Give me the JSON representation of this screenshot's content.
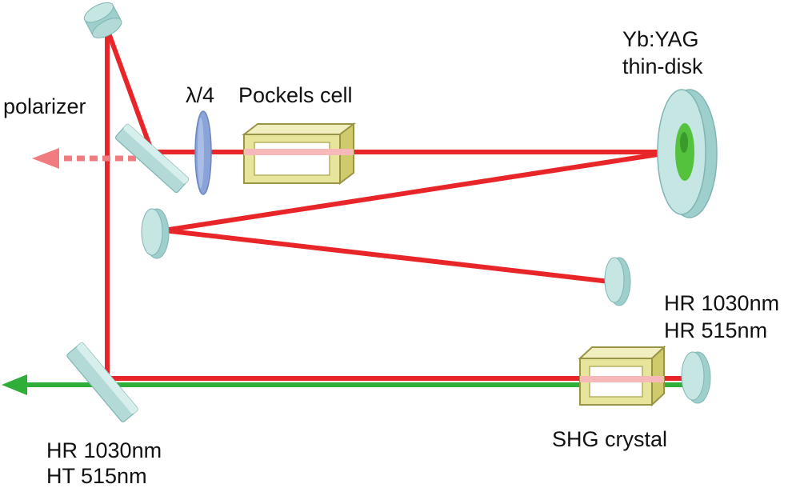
{
  "labels": {
    "polarizer": "polarizer",
    "quarter_wave": "λ/4",
    "pockels": "Pockels cell",
    "disk_line1": "Yb:YAG",
    "disk_line2": "thin-disk",
    "end_mirror_line1": "HR 1030nm",
    "end_mirror_line2": "HR 515nm",
    "shg": "SHG crystal",
    "dichroic_line1": "HR 1030nm",
    "dichroic_line2": "HT 515nm"
  },
  "colors": {
    "beam_1030": "#e8262a",
    "beam_515": "#2fae3a",
    "beam_output_dotted": "#f07c80",
    "mirror_face": "#c6e6e4",
    "mirror_edge": "#7fb5b2",
    "crystal_face": "#e7e49c",
    "crystal_edge": "#9a9447",
    "waveplate": "#8aa3d8",
    "disk_gain": "#55c23e"
  }
}
